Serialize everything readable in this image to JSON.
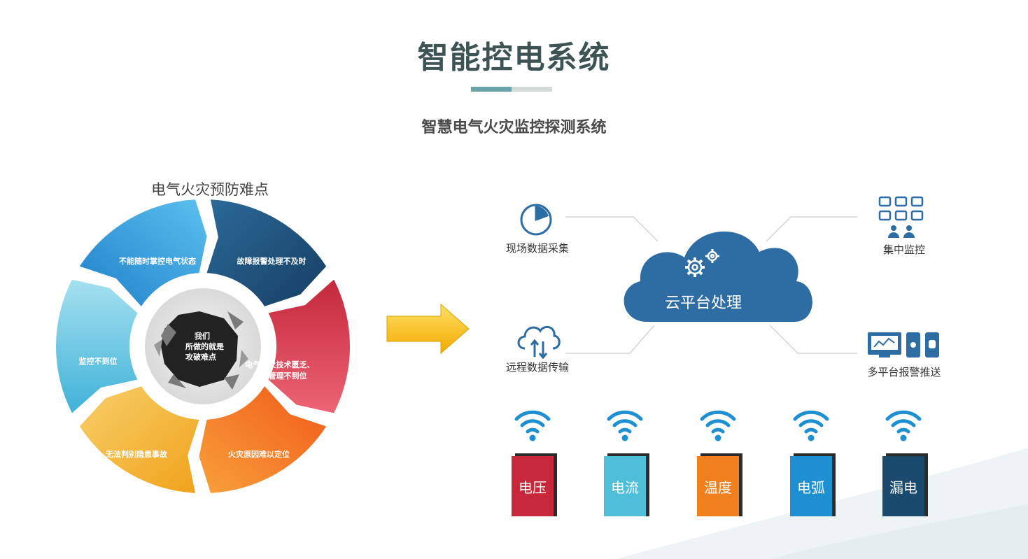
{
  "header": {
    "title": "智能控电系统",
    "subtitle": "智慧电气火灾监控探测系统"
  },
  "cycle": {
    "title": "电气火灾预防难点",
    "center_text": [
      "我们",
      "所做的就是",
      "攻破难点"
    ],
    "segments": [
      {
        "label": "不能随时掌控电气状态",
        "color": "#2aa1e3"
      },
      {
        "label": "故障报警处理不及时",
        "color": "#1f4e7a"
      },
      {
        "label": [
          "电气防火技术匮乏、",
          "维护管理不到位"
        ],
        "color": "#d8394d"
      },
      {
        "label": "火灾原因难以定位",
        "color": "#f5821f"
      },
      {
        "label": "无法判别隐患事故",
        "color": "#f6b72f"
      },
      {
        "label": "监控不到位",
        "color": "#5cc6e0"
      }
    ]
  },
  "architecture": {
    "cloud_label": "云平台处理",
    "nodes": {
      "collect": "现场数据采集",
      "monitor": "集中监控",
      "transfer": "远程数据传输",
      "push": "多平台报警推送"
    },
    "sensors": [
      {
        "label": "电压",
        "color": "#c8293a",
        "icon": "wifi-icon"
      },
      {
        "label": "电流",
        "color": "#4fbfd9",
        "icon": "wifi-icon"
      },
      {
        "label": "温度",
        "color": "#f07f1e",
        "icon": "wifi-icon"
      },
      {
        "label": "电弧",
        "color": "#1e8fd0",
        "icon": "wifi-icon"
      },
      {
        "label": "漏电",
        "color": "#1a4a6e",
        "icon": "wifi-icon"
      }
    ],
    "accent_color": "#2e6da3"
  }
}
